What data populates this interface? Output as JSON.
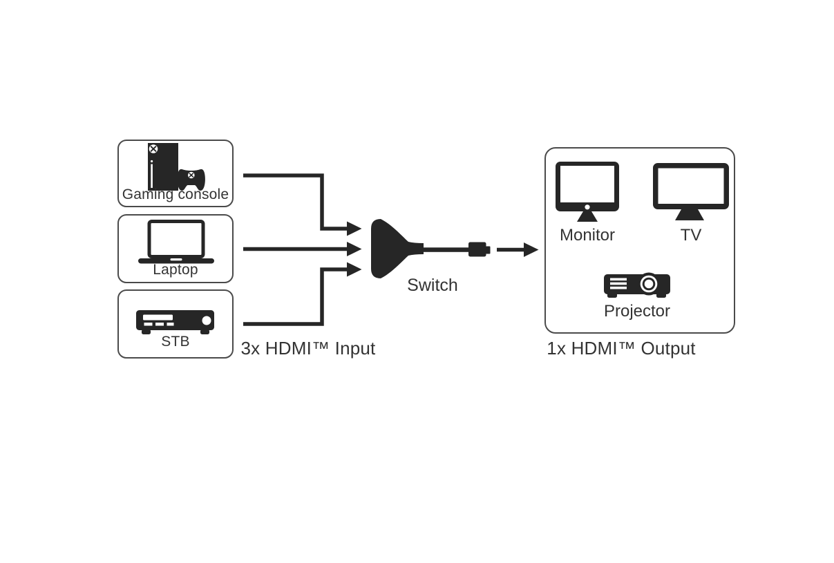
{
  "diagram": {
    "inputs": [
      {
        "label": "Gaming console",
        "icon": "gaming-console-icon"
      },
      {
        "label": "Laptop",
        "icon": "laptop-icon"
      },
      {
        "label": "STB",
        "icon": "stb-icon"
      }
    ],
    "switch": {
      "label": "Switch",
      "icon": "hdmi-switch-icon"
    },
    "captions": {
      "input": "3x HDMI™ Input",
      "output": "1x HDMI™ Output"
    },
    "outputs": [
      {
        "label": "Monitor",
        "icon": "monitor-icon"
      },
      {
        "label": "TV",
        "icon": "tv-icon"
      },
      {
        "label": "Projector",
        "icon": "projector-icon"
      }
    ],
    "colors": {
      "ink": "#262626",
      "box_border": "#4a4a4a",
      "text": "#333333",
      "background": "#ffffff"
    }
  }
}
